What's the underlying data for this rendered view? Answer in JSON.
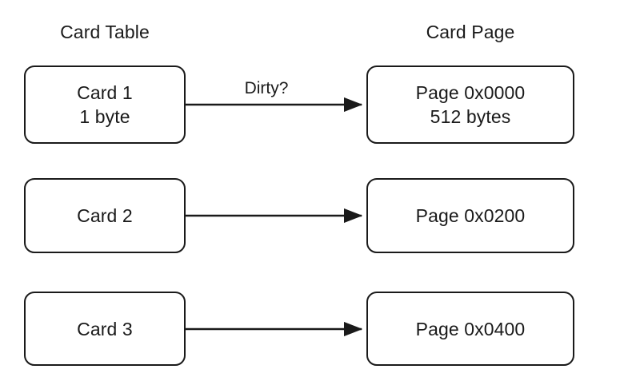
{
  "headers": {
    "left": "Card Table",
    "right": "Card Page"
  },
  "colors": {
    "stroke": "#1a1a1a",
    "fill": "#ffffff",
    "background": "#ffffff"
  },
  "rows": [
    {
      "card": {
        "line1": "Card 1",
        "line2": "1 byte"
      },
      "page": {
        "line1": "Page 0x0000",
        "line2": "512 bytes"
      },
      "edge_label": "Dirty?"
    },
    {
      "card": {
        "line1": "Card 2",
        "line2": ""
      },
      "page": {
        "line1": "Page 0x0200",
        "line2": ""
      },
      "edge_label": ""
    },
    {
      "card": {
        "line1": "Card 3",
        "line2": ""
      },
      "page": {
        "line1": "Page 0x0400",
        "line2": ""
      },
      "edge_label": ""
    }
  ]
}
